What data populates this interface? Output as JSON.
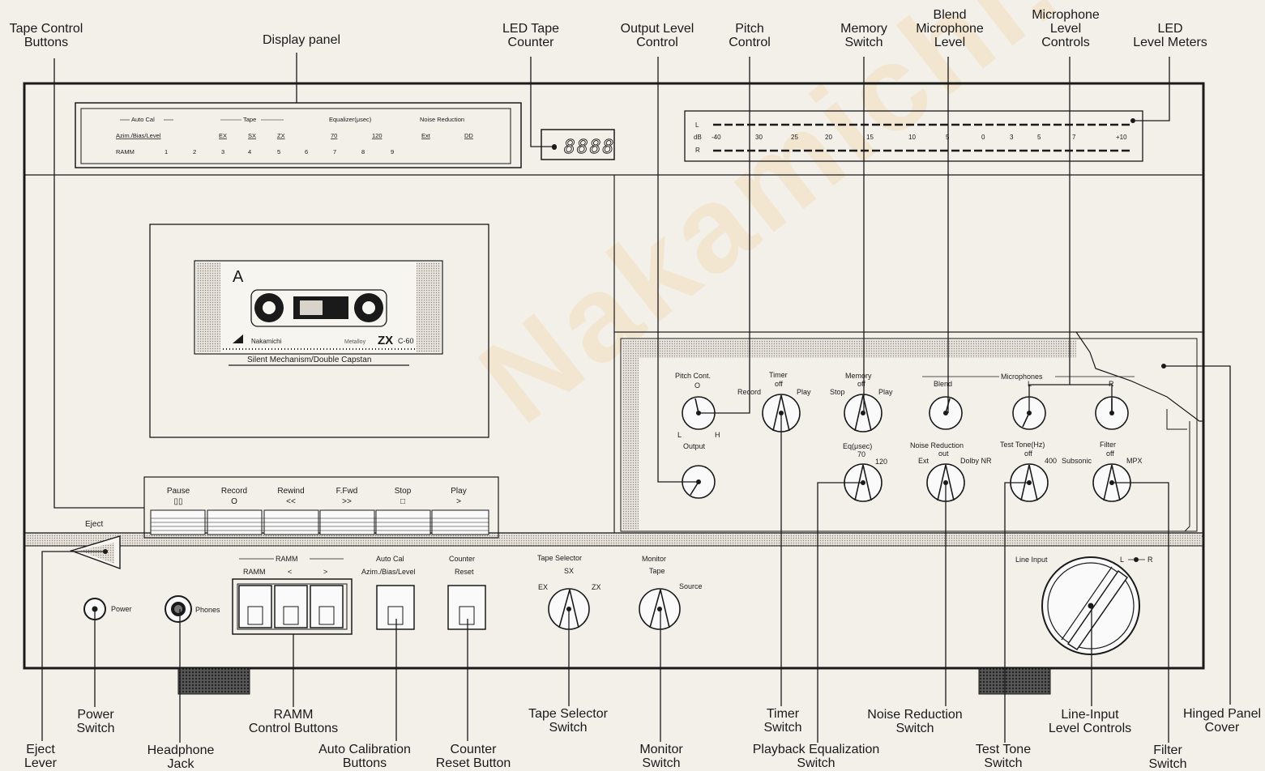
{
  "callouts_top": [
    {
      "id": "tape-control-buttons",
      "text": "Tape Control\nButtons"
    },
    {
      "id": "display-panel",
      "text": "Display panel"
    },
    {
      "id": "led-tape-counter",
      "text": "LED Tape\nCounter"
    },
    {
      "id": "output-level-control",
      "text": "Output Level\nControl"
    },
    {
      "id": "pitch-control",
      "text": "Pitch\nControl"
    },
    {
      "id": "memory-switch",
      "text": "Memory\nSwitch"
    },
    {
      "id": "blend-microphone-level",
      "text": "Blend\nMicrophone\nLevel"
    },
    {
      "id": "microphone-level-controls",
      "text": "Microphone\nLevel\nControls"
    },
    {
      "id": "led-level-meters",
      "text": "LED\nLevel Meters"
    }
  ],
  "callouts_bottom": [
    {
      "id": "eject-lever",
      "text": "Eject\nLever"
    },
    {
      "id": "power-switch",
      "text": "Power\nSwitch"
    },
    {
      "id": "headphone-jack",
      "text": "Headphone\nJack"
    },
    {
      "id": "ramm-control-buttons",
      "text": "RAMM\nControl Buttons"
    },
    {
      "id": "auto-calibration-buttons",
      "text": "Auto Calibration\nButtons"
    },
    {
      "id": "counter-reset-button",
      "text": "Counter\nReset Button"
    },
    {
      "id": "tape-selector-switch",
      "text": "Tape Selector\nSwitch"
    },
    {
      "id": "monitor-switch",
      "text": "Monitor\nSwitch"
    },
    {
      "id": "timer-switch",
      "text": "Timer\nSwitch"
    },
    {
      "id": "playback-equalization-switch",
      "text": "Playback Equalization\nSwitch"
    },
    {
      "id": "noise-reduction-switch",
      "text": "Noise Reduction\nSwitch"
    },
    {
      "id": "test-tone-switch",
      "text": "Test Tone\nSwitch"
    },
    {
      "id": "line-input-level-controls",
      "text": "Line-Input\nLevel Controls"
    },
    {
      "id": "filter-switch",
      "text": "Filter\nSwitch"
    },
    {
      "id": "hinged-panel-cover",
      "text": "Hinged Panel\nCover"
    }
  ],
  "display": {
    "auto_cal": "Auto Cal",
    "tape": "Tape",
    "equalizer": "Equalizer(μsec)",
    "noise_reduction": "Noise Reduction",
    "azim": "Azim./Bias/Level",
    "ex": "EX",
    "sx": "SX",
    "zx": "ZX",
    "eq70": "70",
    "eq120": "120",
    "ext": "Ext",
    "dolby": "DD",
    "ramm": "RAMM",
    "nums": [
      "1",
      "2",
      "3",
      "4",
      "5",
      "6",
      "7",
      "8",
      "9"
    ]
  },
  "counter": "8888",
  "meter": {
    "l": "L",
    "r": "R",
    "db": "dB",
    "scale": [
      "-40",
      "30",
      "25",
      "20",
      "15",
      "10",
      "5",
      "0",
      "3",
      "5",
      "7",
      "+10"
    ]
  },
  "cassette": {
    "side": "A",
    "brand": "Nakamichi",
    "metal": "Metalloy",
    "model": "ZX",
    "len": "C-60",
    "caption": "Silent Mechanism/Double Capstan"
  },
  "transport": [
    "Pause",
    "Record",
    "Rewind",
    "F.Fwd",
    "Stop",
    "Play"
  ],
  "transport_symbols": [
    "▯▯",
    "O",
    "<<",
    ">>",
    "□",
    ">"
  ],
  "eject": "Eject",
  "controls": {
    "pitch": "Pitch Cont.",
    "pitch_o": "O",
    "pitch_l": "L",
    "pitch_h": "H",
    "output": "Output",
    "timer": "Timer",
    "timer_off": "off",
    "timer_record": "Record",
    "timer_play": "Play",
    "memory": "Memory",
    "memory_off": "off",
    "memory_stop": "Stop",
    "memory_play": "Play",
    "blend": "Blend",
    "microphones": "Microphones",
    "mic_l": "L",
    "mic_r": "R",
    "eq": "Eq(μsec)",
    "eq_70": "70",
    "eq_120": "120",
    "nr": "Noise Reduction",
    "nr_out": "out",
    "nr_ext": "Ext",
    "nr_dolby": "Dolby NR",
    "tt": "Test Tone(Hz)",
    "tt_off": "off",
    "tt_400": "400",
    "filter": "Filter",
    "filter_off": "off",
    "filter_sub": "Subsonic",
    "filter_mpx": "MPX"
  },
  "lower": {
    "power": "Power",
    "phones": "Phones",
    "ramm": "RAMM",
    "ramm_btn": "RAMM",
    "ramm_lt": "<",
    "ramm_gt": ">",
    "autocal": "Auto Cal",
    "autocal_sub": "Azim./Bias/Level",
    "counter": "Counter",
    "counter_sub": "Reset",
    "tapesel": "Tape Selector",
    "tapesel_sx": "SX",
    "tapesel_ex": "EX",
    "tapesel_zx": "ZX",
    "monitor": "Monitor",
    "monitor_tape": "Tape",
    "monitor_source": "Source",
    "line": "Line Input",
    "line_l": "L",
    "line_r": "R"
  },
  "watermark": "Nakamichi.nl"
}
